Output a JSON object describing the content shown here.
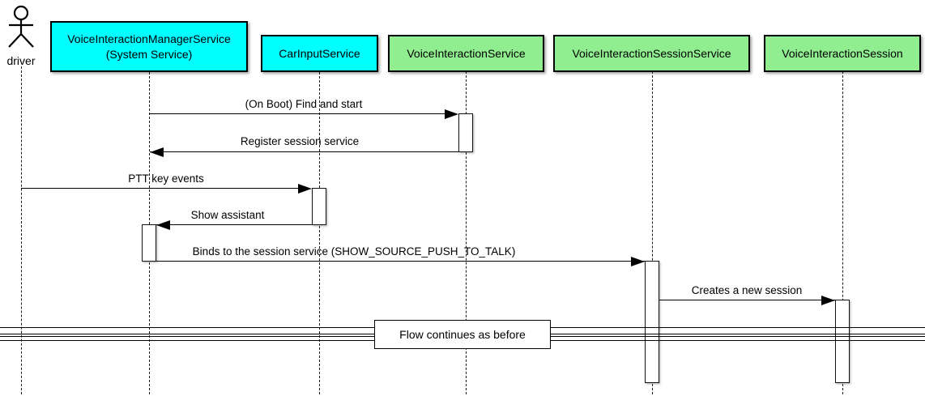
{
  "diagram": {
    "kind": "uml-sequence-diagram",
    "actor": {
      "name": "driver"
    },
    "participants": [
      {
        "label": "VoiceInteractionManagerService",
        "sublabel": "(System Service)",
        "fill": "#00FFFF"
      },
      {
        "label": "CarInputService",
        "fill": "#00FFFF"
      },
      {
        "label": "VoiceInteractionService",
        "fill": "#90EE90"
      },
      {
        "label": "VoiceInteractionSessionService",
        "fill": "#90EE90"
      },
      {
        "label": "VoiceInteractionSession",
        "fill": "#90EE90"
      }
    ],
    "messages": [
      {
        "label": "(On Boot) Find and start",
        "from": "VoiceInteractionManagerService",
        "to": "VoiceInteractionService",
        "direction": "right"
      },
      {
        "label": "Register session service",
        "from": "VoiceInteractionService",
        "to": "VoiceInteractionManagerService",
        "direction": "left"
      },
      {
        "label": "PTT key events",
        "from": "driver",
        "to": "CarInputService",
        "direction": "right"
      },
      {
        "label": "Show assistant",
        "from": "CarInputService",
        "to": "VoiceInteractionManagerService",
        "direction": "left"
      },
      {
        "label": "Binds to the session service (SHOW_SOURCE_PUSH_TO_TALK)",
        "from": "VoiceInteractionManagerService",
        "to": "VoiceInteractionSessionService",
        "direction": "right"
      },
      {
        "label": "Creates a new session",
        "from": "VoiceInteractionSessionService",
        "to": "VoiceInteractionSession",
        "direction": "right"
      }
    ],
    "divider": {
      "label": "Flow continues as before"
    },
    "colors": {
      "participant_cyan": "#00FFFF",
      "participant_green": "#90EE90",
      "line": "#000000",
      "background": "#FFFFFF"
    }
  }
}
